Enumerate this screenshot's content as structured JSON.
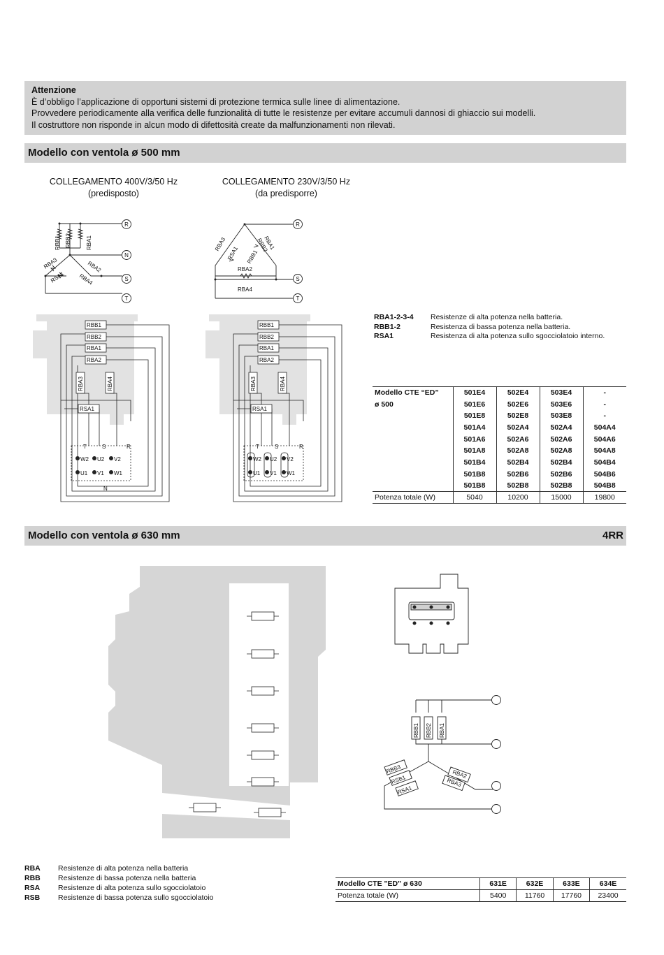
{
  "notice": {
    "title": "Attenzione",
    "lines": [
      "È d’obbligo l’applicazione di opportuni sistemi di protezione termica sulle linee di alimentazione.",
      "Provvedere periodicamente alla verifica delle funzionalità di tutte le resistenze per evitare accumuli dannosi di ghiaccio sui modelli.",
      "Il costruttore non risponde in alcun modo di difettosità create da malfunzionamenti non rilevati."
    ]
  },
  "section1": {
    "title": "Modello con ventola ø 500 mm",
    "caption_left": [
      "COLLEGAMENTO 400V/3/50 Hz",
      "(predisposto)"
    ],
    "caption_right": [
      "COLLEGAMENTO 230V/3/50 Hz",
      "(da predisporre)"
    ],
    "phases": [
      "R",
      "N",
      "S",
      "T"
    ],
    "phases_delta": [
      "R",
      "S",
      "T"
    ],
    "star_labels": [
      "RBB1",
      "RBB2",
      "RBA1",
      "RBA3",
      "RSA1",
      "RBA2",
      "RBA4"
    ],
    "delta_labels": [
      "RBA3",
      "RSA1",
      "RBB2",
      "RBB1",
      "RBA1",
      "RBA2",
      "RBA4"
    ],
    "board_labels": [
      "RBB1",
      "RBB2",
      "RBA1",
      "RBA2",
      "RBA3",
      "RBA4",
      "RSA1"
    ],
    "terminal_top": [
      "T",
      "S",
      "R"
    ],
    "terminal_mid": [
      "W2",
      "U2",
      "V2"
    ],
    "terminal_bot": [
      "U1",
      "V1",
      "W1"
    ],
    "terminal_n": "N",
    "legend": [
      {
        "key": "RBA1-2-3-4",
        "desc": "Resistenze di alta potenza nella batteria."
      },
      {
        "key": "RBB1-2",
        "desc": "Resistenza di bassa potenza nella batteria."
      },
      {
        "key": "RSA1",
        "desc": "Resistenza di alta potenza sullo sgocciolatoio interno."
      }
    ],
    "table": {
      "label_rows": [
        "Modello CTE “ED”",
        "ø 500"
      ],
      "rows": [
        [
          "501E4",
          "502E4",
          "503E4",
          "-"
        ],
        [
          "501E6",
          "502E6",
          "503E6",
          "-"
        ],
        [
          "501E8",
          "502E8",
          "503E8",
          "-"
        ],
        [
          "501A4",
          "502A4",
          "502A4",
          "504A4"
        ],
        [
          "501A6",
          "502A6",
          "502A6",
          "504A6"
        ],
        [
          "501A8",
          "502A8",
          "502A8",
          "504A8"
        ],
        [
          "501B4",
          "502B4",
          "502B4",
          "504B4"
        ],
        [
          "501B8",
          "502B6",
          "502B6",
          "504B6"
        ],
        [
          "501B8",
          "502B8",
          "502B8",
          "504B8"
        ]
      ],
      "total_label": "Potenza totale (W)",
      "totals": [
        "5040",
        "10200",
        "15000",
        "19800"
      ]
    }
  },
  "section2": {
    "title": "Modello con ventola ø 630 mm",
    "code": "4RR",
    "wiring_labels": [
      "RBB1",
      "RBB2",
      "RBA1",
      "RBB3",
      "RSB1",
      "RSA1",
      "RBA2",
      "RBA3"
    ],
    "legend": [
      {
        "key": "RBA",
        "desc": "Resistenze di alta potenza nella batteria"
      },
      {
        "key": "RBB",
        "desc": "Resistenze di bassa potenza nella batteria"
      },
      {
        "key": "RSA",
        "desc": "Resistenze di alta potenza sullo sgocciolatoio"
      },
      {
        "key": "RSB",
        "desc": "Resistenze di bassa potenza sullo sgocciolatoio"
      }
    ],
    "table": {
      "header_label": "Modello CTE \"ED\" ø 630",
      "models": [
        "631E",
        "632E",
        "633E",
        "634E"
      ],
      "total_label": "Potenza totale (W)",
      "totals": [
        "5400",
        "11760",
        "17760",
        "23400"
      ]
    }
  }
}
